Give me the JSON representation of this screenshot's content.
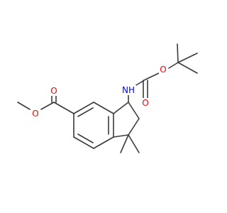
{
  "atoms": {
    "o_ester_carbonyl": "O",
    "o_ester_methoxy": "O",
    "nh": "NH",
    "o_boc_carbonyl": "O",
    "o_boc_ether": "O"
  },
  "colors": {
    "bond": "#3a3a3a",
    "oxygen": "#ff0000",
    "nitrogen": "#0000ff",
    "background": "#ffffff"
  }
}
